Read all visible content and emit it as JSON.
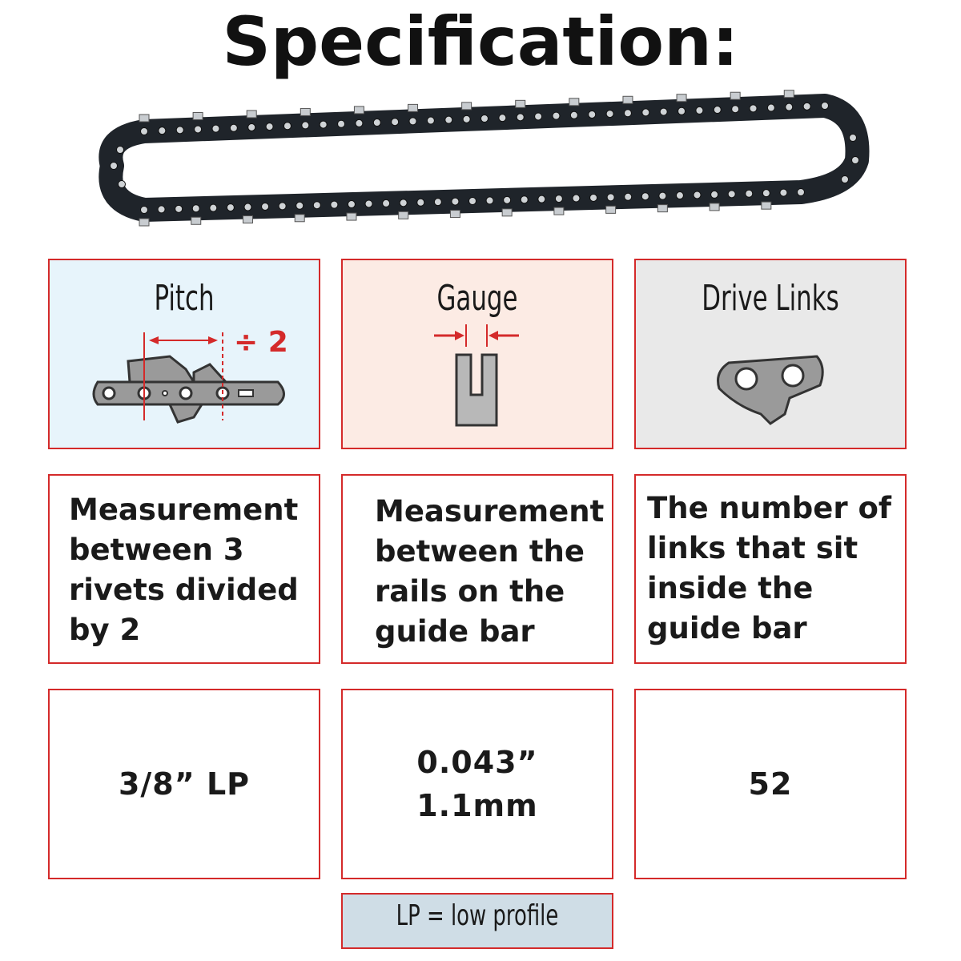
{
  "title": "Specification:",
  "colors": {
    "border": "#d42a2a",
    "pitch_bg": "#e7f4fb",
    "gauge_bg": "#fcebe4",
    "drive_bg": "#e9e9e9",
    "note_bg": "#cfdde6",
    "accent": "#d42a2a"
  },
  "headers": [
    {
      "label": "Pitch",
      "icon": "pitch-diagram-icon",
      "divisor_label": "÷ 2"
    },
    {
      "label": "Gauge",
      "icon": "gauge-diagram-icon"
    },
    {
      "label": "Drive Links",
      "icon": "drive-link-icon"
    }
  ],
  "descriptions": [
    "Measurement\nbetween 3\nrivets divided\nby 2",
    "Measurement\nbetween the\nrails on the\nguide bar",
    "The number of\nlinks that sit\ninside the\nguide bar"
  ],
  "values": [
    "3/8” LP",
    "0.043”\n1.1mm",
    "52"
  ],
  "note": "LP = low profile"
}
